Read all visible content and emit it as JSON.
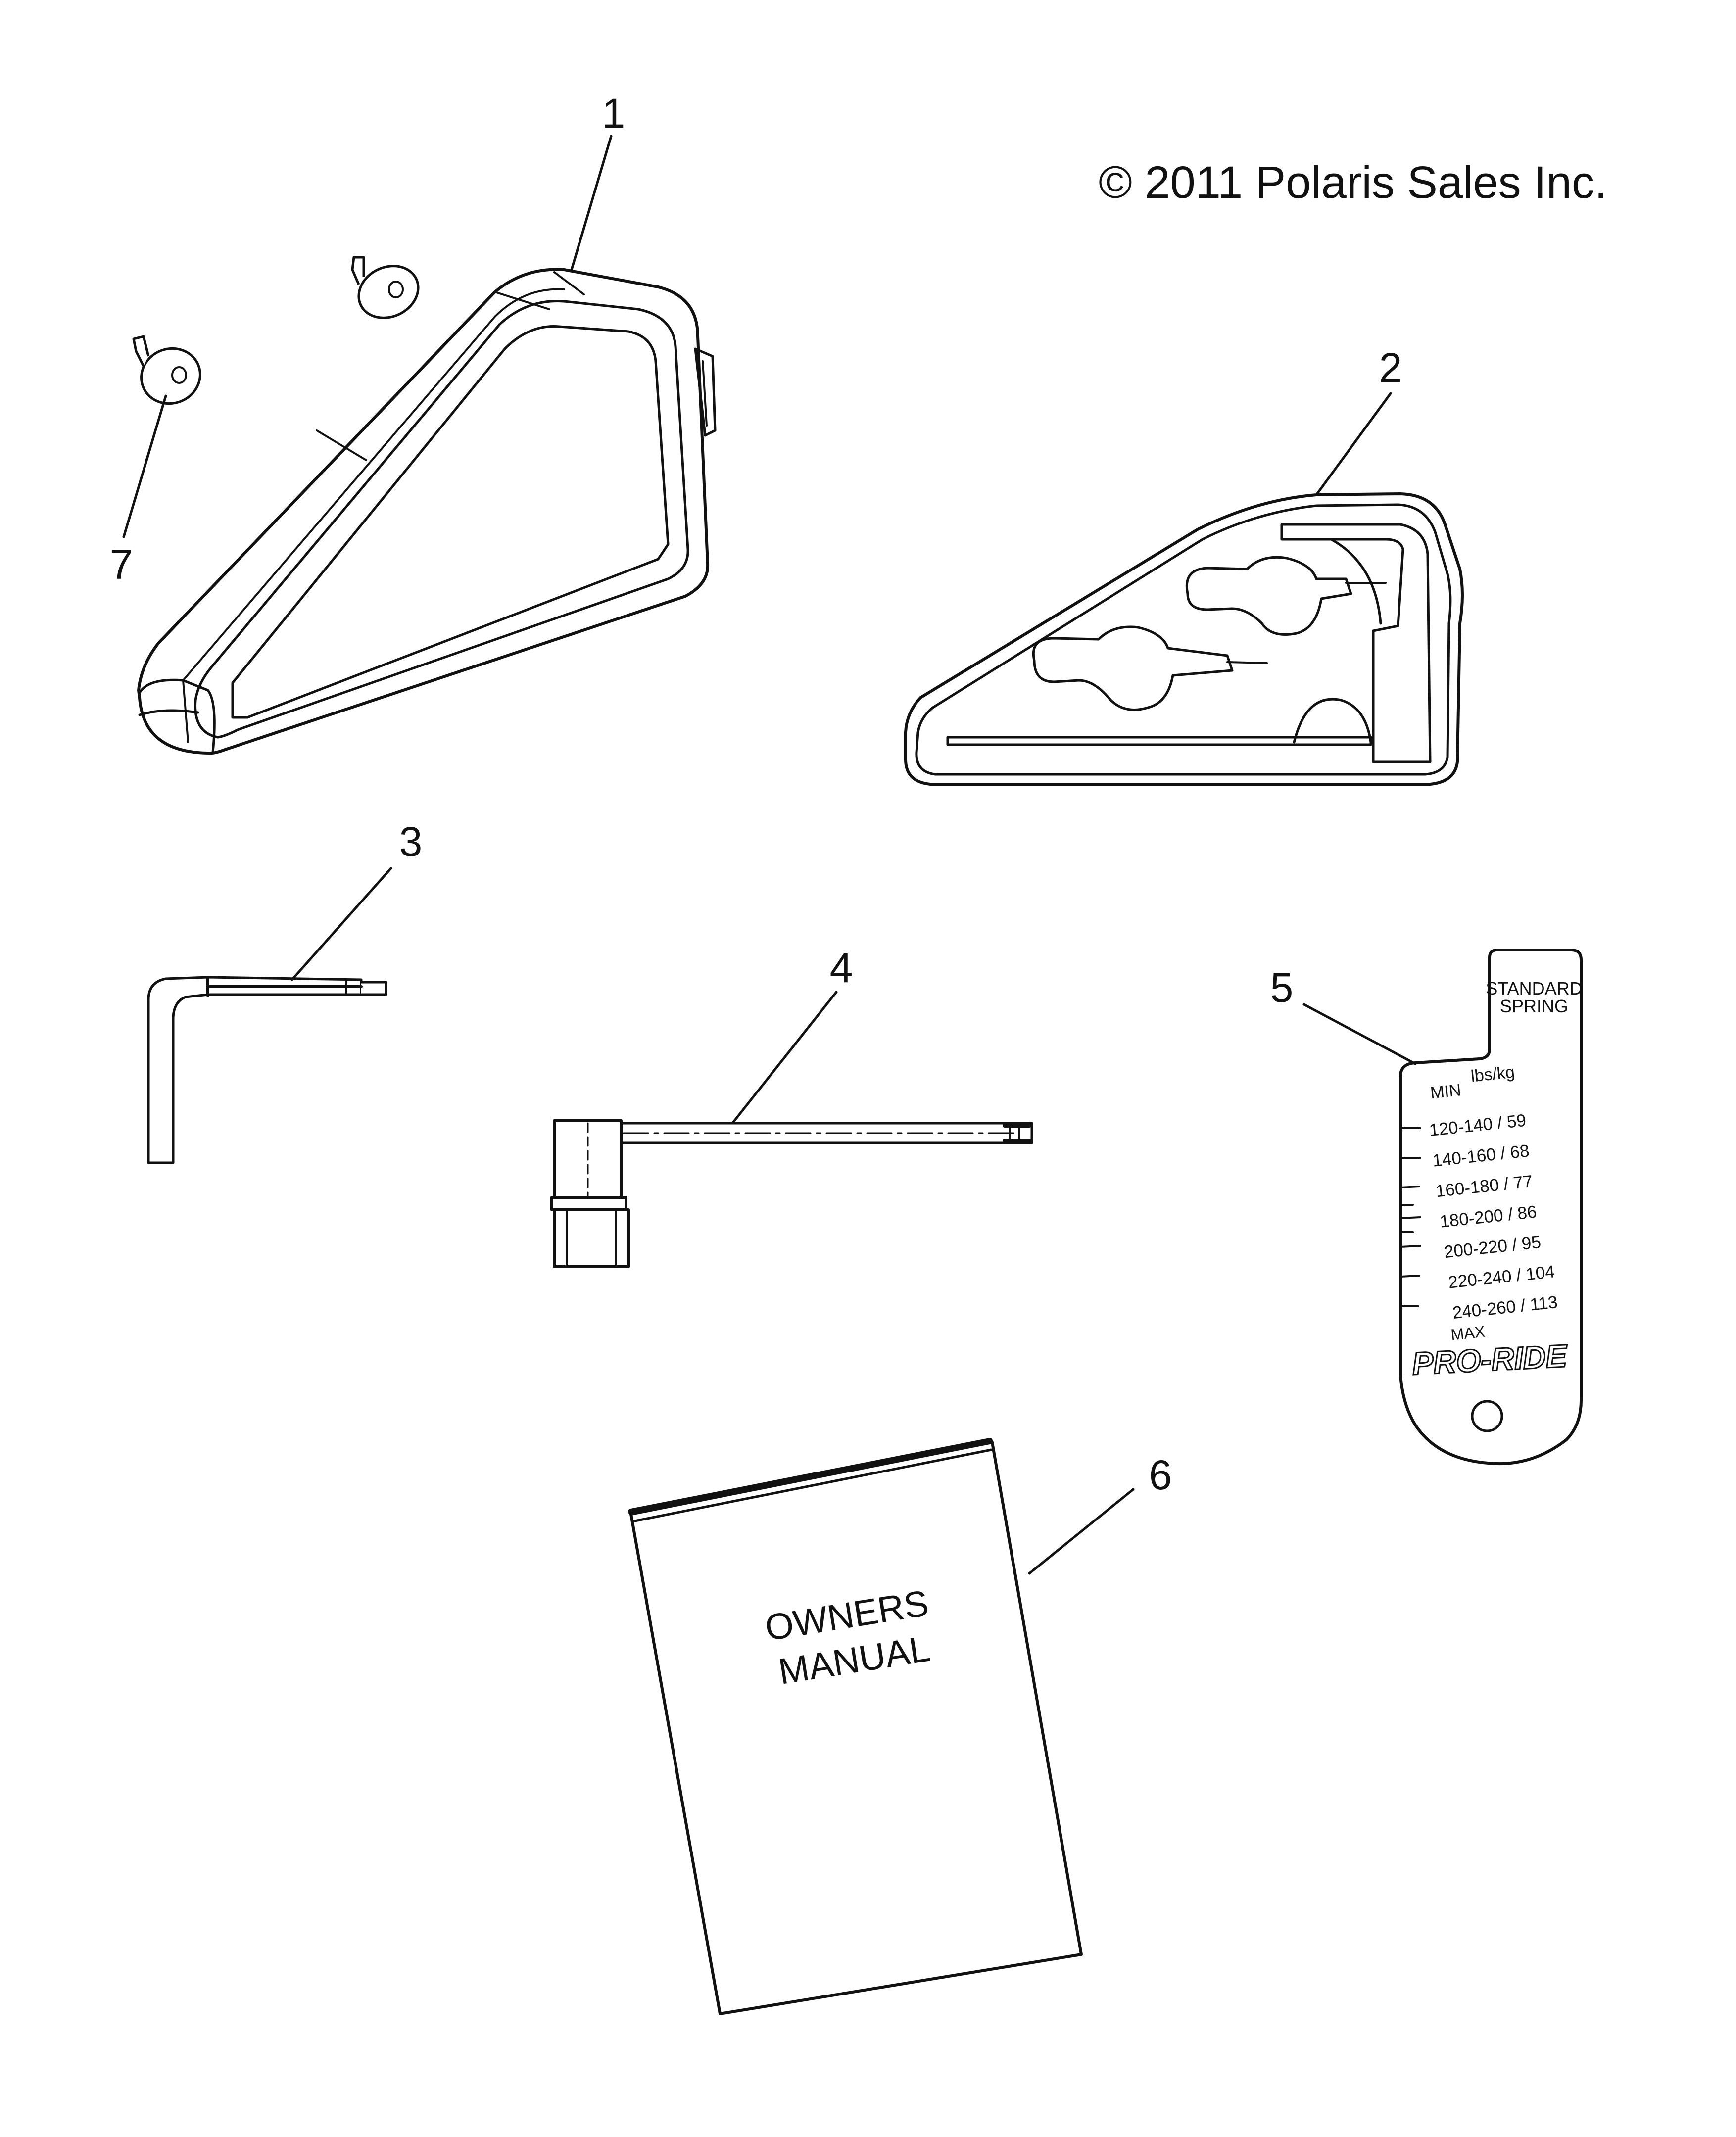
{
  "copyright": "© 2011 Polaris Sales Inc.",
  "callouts": {
    "c1": "1",
    "c2": "2",
    "c3": "3",
    "c4": "4",
    "c5": "5",
    "c6": "6",
    "c7": "7"
  },
  "gauge": {
    "header_line1": "STANDARD",
    "header_line2": "SPRING",
    "min_label": "MIN",
    "units": "lbs/kg",
    "rows": [
      "120-140 / 59",
      "140-160 / 68",
      "160-180 / 77",
      "180-200 / 86",
      "200-220 / 95",
      "220-240 / 104",
      "240-260 / 113"
    ],
    "max_label": "MAX",
    "brand": "PRO-RIDE"
  },
  "manual": {
    "line1": "OWNERS",
    "line2": "MANUAL"
  }
}
